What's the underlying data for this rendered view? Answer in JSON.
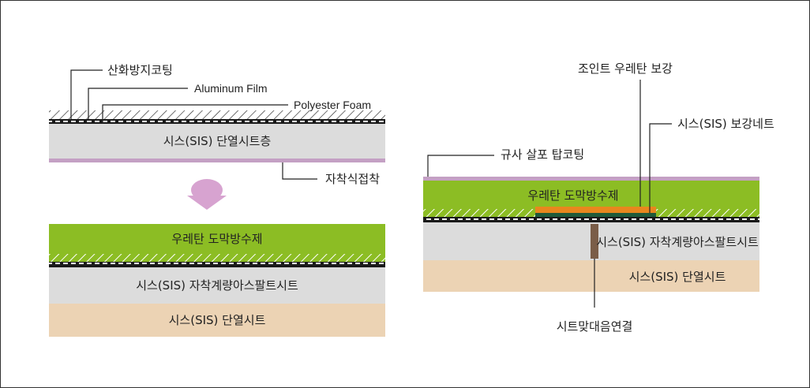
{
  "left": {
    "callouts": {
      "anti_rust": "산화방지코팅",
      "aluminum": "Aluminum Film",
      "polyester": "Polyester Foam",
      "adhesive": "자착식접착"
    },
    "top_layer": "시스(SIS) 단열시트층",
    "waterproof": "우레탄 도막방수제",
    "asphalt": "시스(SIS) 자착계량아스팔트시트",
    "insulation": "시스(SIS) 단열시트"
  },
  "right": {
    "callouts": {
      "joint": "조인트 우레탄 보강",
      "net": "시스(SIS) 보강네트",
      "silica": "규사 살포 탑코팅",
      "seam": "시트맞대음연결"
    },
    "waterproof": "우레탄 도막방수제",
    "asphalt": "시스(SIS) 자착계량아스팔트시트",
    "insulation": "시스(SIS) 단열시트"
  },
  "colors": {
    "green": "#8cbd24",
    "gray": "#dcdcdc",
    "peach": "#ecd3b4",
    "purple": "#c4a0c4",
    "arrow": "#d7a3d0",
    "orange": "#e8871e",
    "post": "#7a5d48"
  }
}
